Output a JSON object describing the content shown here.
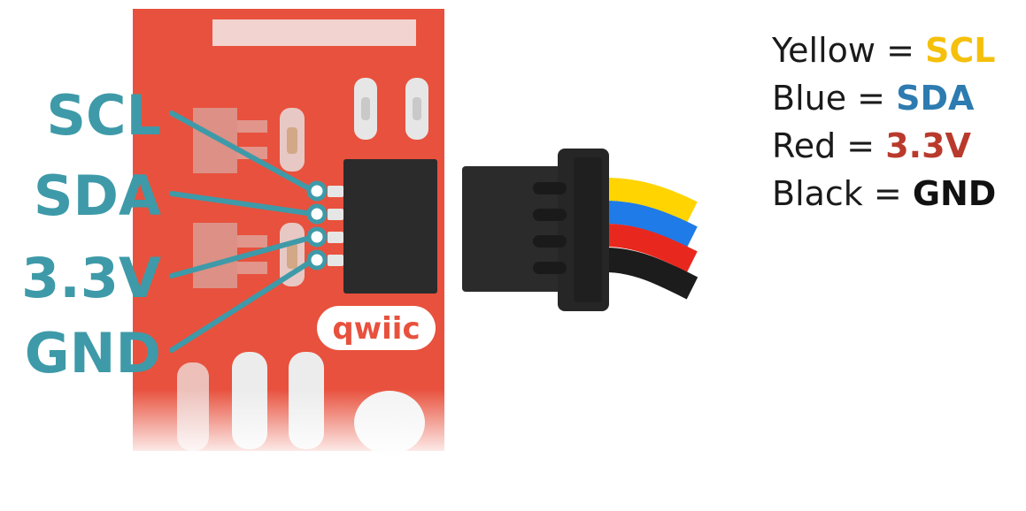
{
  "pins": [
    {
      "label": "SCL"
    },
    {
      "label": "SDA"
    },
    {
      "label": "3.3V"
    },
    {
      "label": "GND"
    }
  ],
  "board": {
    "logo": "qwiic",
    "color": "#e8513d",
    "pad_color": "#d8d8d8",
    "pin_line_color": "#3e9aa8"
  },
  "wires": [
    {
      "color": "#ffd400"
    },
    {
      "color": "#1e7be8"
    },
    {
      "color": "#e8281e"
    },
    {
      "color": "#1c1c1c"
    }
  ],
  "legend": [
    {
      "wire": "Yellow",
      "equals": " = ",
      "signal": "SCL",
      "signal_color": "#f5c00c"
    },
    {
      "wire": "Blue",
      "equals": " = ",
      "signal": "SDA",
      "signal_color": "#2d7bb0"
    },
    {
      "wire": "Red",
      "equals": " = ",
      "signal": "3.3V",
      "signal_color": "#b93a2c"
    },
    {
      "wire": "Black",
      "equals": " = ",
      "signal": "GND",
      "signal_color": "#111111"
    }
  ]
}
